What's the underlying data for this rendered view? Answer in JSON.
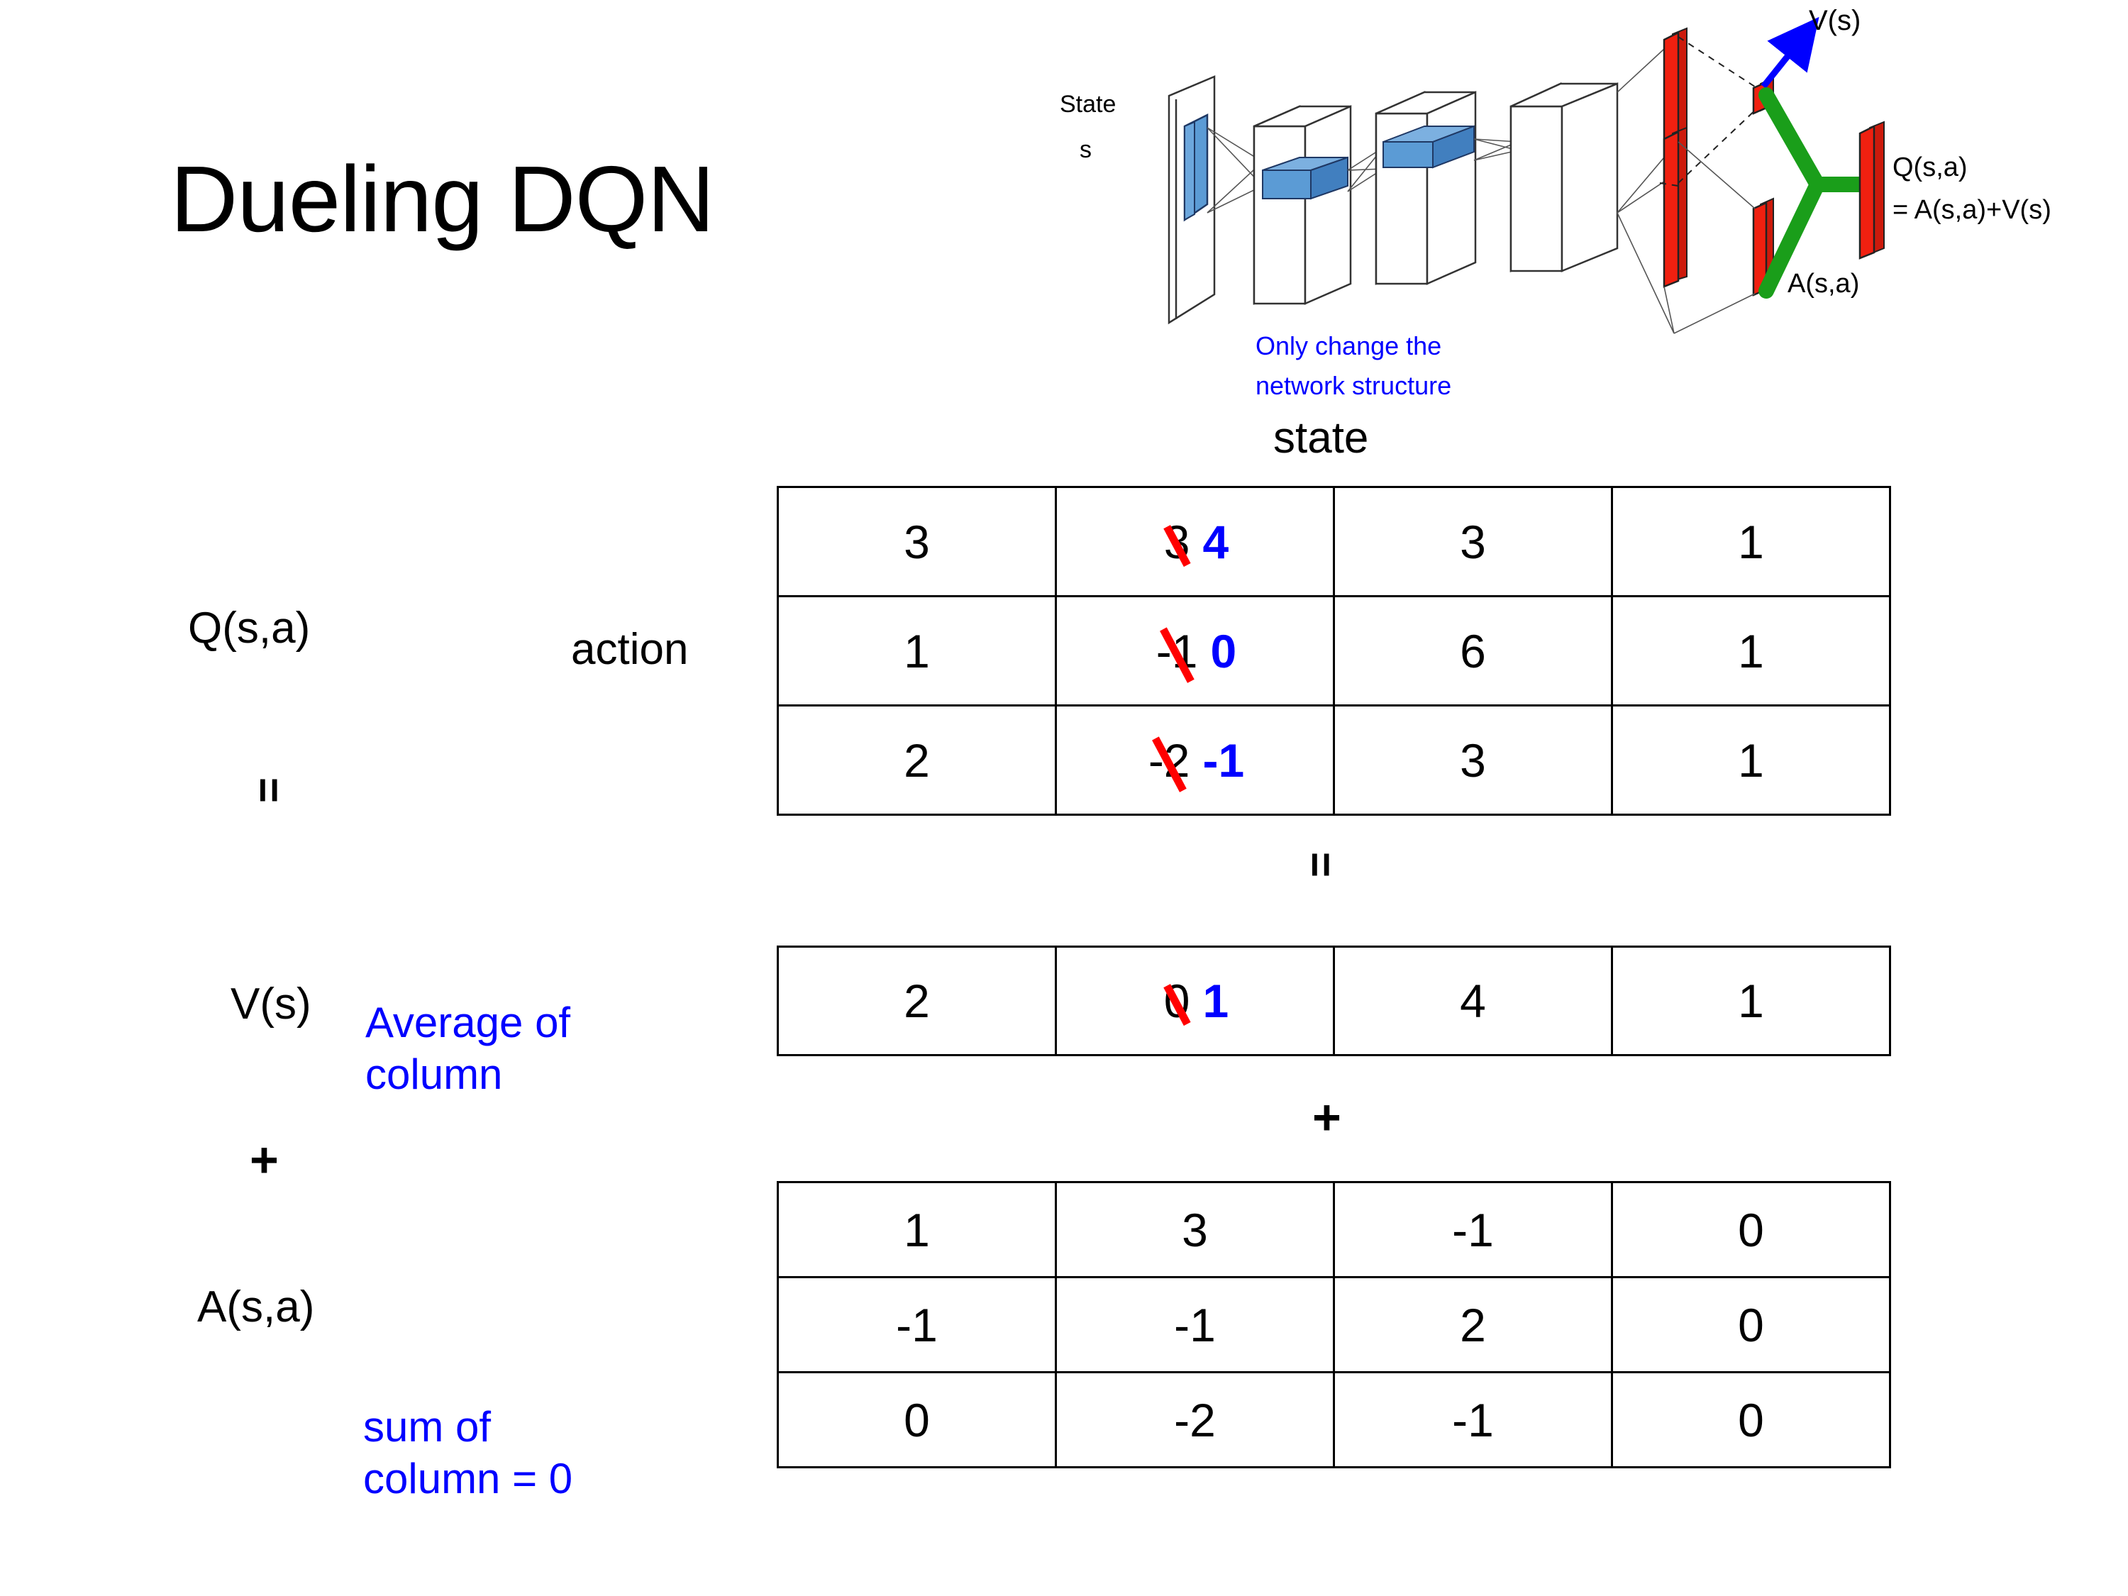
{
  "title": "Dueling DQN",
  "diagram": {
    "state_label_line1": "State",
    "state_label_line2": "s",
    "note_line1": "Only change the",
    "note_line2": "network structure",
    "value_label": "V(s)",
    "advantage_label": "A(s,a)",
    "q_label_line1": "Q(s,a)",
    "q_label_line2": "= A(s,a)+V(s)",
    "colors": {
      "note": "#0000ff",
      "arrow": "#0000ff",
      "merge": "#1a9e1a",
      "bar": "#f02010",
      "block": "#5b9bd5"
    }
  },
  "axes": {
    "state": "state",
    "action": "action"
  },
  "labels": {
    "q": "Q(s,a)",
    "v": "V(s)",
    "a": "A(s,a)",
    "equals_q": "=",
    "equals_mid": "=",
    "plus_left": "+",
    "plus_mid": "+"
  },
  "notes": {
    "v_note_line1": "Average of",
    "v_note_line2": "column",
    "a_note_line1": "sum of",
    "a_note_line2": "column = 0"
  },
  "chart_data": {
    "type": "table",
    "title": "Dueling DQN decomposition Q(s,a) = V(s) + A(s,a)",
    "xlabel": "state",
    "ylabel": "action",
    "tables": [
      {
        "name": "Q(s,a)",
        "rows": 3,
        "cols": 4,
        "values": [
          [
            "3",
            "3",
            "3",
            "1"
          ],
          [
            "1",
            "-1",
            "6",
            "1"
          ],
          [
            "2",
            "-2",
            "3",
            "1"
          ]
        ],
        "corrections": [
          {
            "row": 0,
            "col": 1,
            "old": "3",
            "new": "4"
          },
          {
            "row": 1,
            "col": 1,
            "old": "-1",
            "new": "0"
          },
          {
            "row": 2,
            "col": 1,
            "old": "-2",
            "new": "-1"
          }
        ]
      },
      {
        "name": "V(s)",
        "rows": 1,
        "cols": 4,
        "values": [
          [
            "2",
            "0",
            "4",
            "1"
          ]
        ],
        "corrections": [
          {
            "row": 0,
            "col": 1,
            "old": "0",
            "new": "1"
          }
        ]
      },
      {
        "name": "A(s,a)",
        "rows": 3,
        "cols": 4,
        "values": [
          [
            "1",
            "3",
            "-1",
            "0"
          ],
          [
            "-1",
            "-1",
            "2",
            "0"
          ],
          [
            "0",
            "-2",
            "-1",
            "0"
          ]
        ],
        "corrections": []
      }
    ]
  }
}
